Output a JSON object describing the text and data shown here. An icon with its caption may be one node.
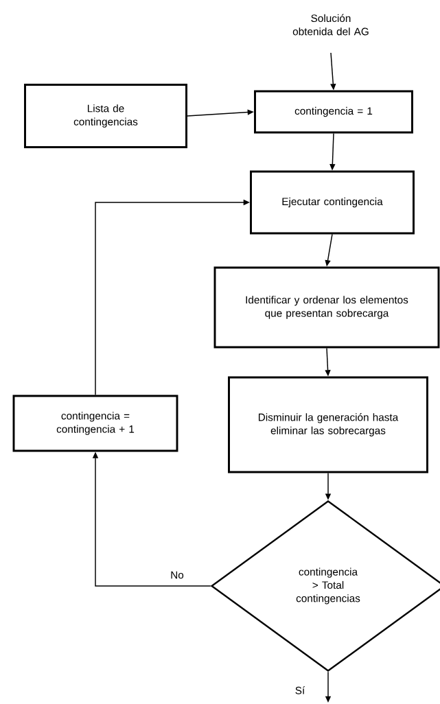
{
  "diagram": {
    "nodes": [
      {
        "text": [
          "Solución obtenida del AG"
        ]
      },
      {
        "text": [
          "Lista de contingencias"
        ]
      },
      {
        "text": [
          "contingencia = 1"
        ]
      },
      {
        "text": [
          "Ejecutar contingencia"
        ]
      },
      {
        "text": [
          "Identificar y ordenar los elementos que presentan sobrecarga"
        ]
      },
      {
        "text": [
          "Disminuir la generación hasta eliminar las sobrecargas"
        ]
      },
      {
        "text": [
          "contingencia > Total contingencias"
        ]
      },
      {
        "text": [
          "contingencia = contingencia + 1"
        ]
      }
    ],
    "edges": [
      {
        "from": 0,
        "to": 2,
        "arrow": "to"
      },
      {
        "from": 1,
        "to": 2,
        "arrow": "to"
      },
      {
        "from": 2,
        "to": 3,
        "arrow": "to"
      },
      {
        "from": 3,
        "to": 4,
        "arrow": "to"
      },
      {
        "from": 4,
        "to": 5,
        "arrow": "to"
      },
      {
        "from": 5,
        "to": 6,
        "arrow": "to"
      },
      {
        "from": 6,
        "to": 7,
        "label": "No",
        "arrow": "to"
      },
      {
        "from": 7,
        "to": 3,
        "arrow": "to"
      },
      {
        "from": 6,
        "to": null,
        "label": "Sí",
        "arrow": "to"
      }
    ]
  }
}
